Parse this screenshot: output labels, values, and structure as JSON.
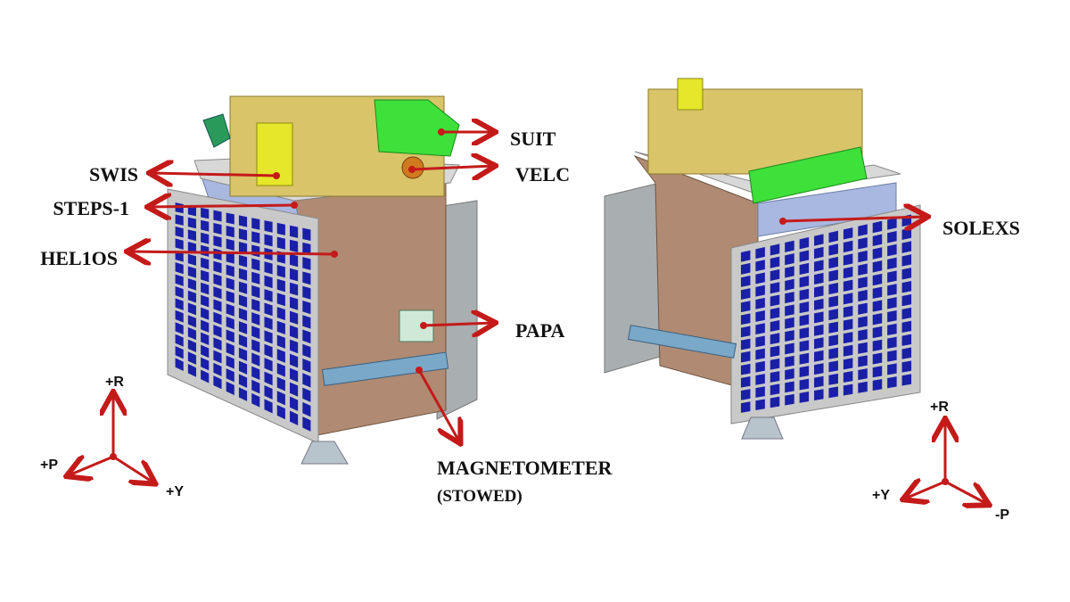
{
  "labels": {
    "suit": "SUIT",
    "velc": "VELC",
    "swis": "SWIS",
    "steps": "STEPS-1",
    "helios": "HEL1OS",
    "papa": "PAPA",
    "magnetometer": "MAGNETOMETER",
    "stowed": "(STOWED)",
    "solexs": "SOLEXS"
  },
  "axes_left": {
    "r": "+R",
    "p": "+P",
    "y": "+Y"
  },
  "axes_right": {
    "r": "+R",
    "y": "+Y",
    "p": "-P"
  },
  "colors": {
    "arrow": "#c41a1a",
    "cell": "#1a1fa8",
    "body": "#b08a72",
    "gold": "#d9c46a",
    "green": "#3ee03a",
    "panel": "#c9c9c9"
  }
}
